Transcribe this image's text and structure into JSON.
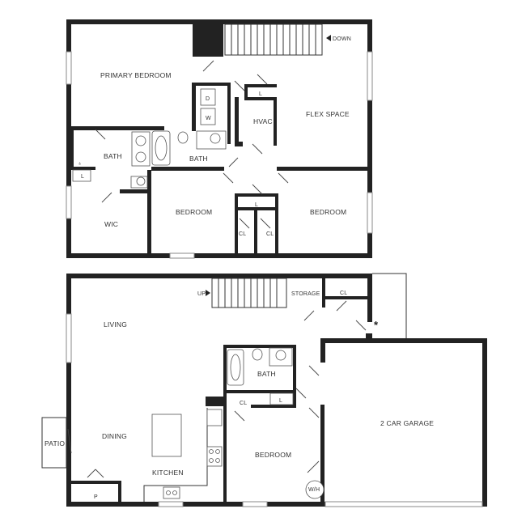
{
  "upper_floor": {
    "rooms": {
      "primary_bedroom": "PRIMARY BEDROOM",
      "flex_space": "FLEX SPACE",
      "hvac": "HVAC",
      "bath_primary": "BATH",
      "bath_hall": "BATH",
      "wic": "WIC",
      "bedroom_1": "BEDROOM",
      "bedroom_2": "BEDROOM",
      "closet_1": "CL",
      "closet_2": "CL",
      "linen_1": "L",
      "linen_2": "L",
      "linen_3": "L",
      "dryer": "D",
      "washer": "W"
    },
    "stair_label": "DOWN"
  },
  "lower_floor": {
    "rooms": {
      "living": "LIVING",
      "dining": "DINING",
      "kitchen": "KITCHEN",
      "patio": "PATIO",
      "pantry": "P",
      "storage": "STORAGE",
      "closet_top": "CL",
      "bath": "BATH",
      "closet_bath": "CL",
      "linen": "L",
      "bedroom": "BEDROOM",
      "garage": "2 CAR GARAGE",
      "water_heater": "W/H"
    },
    "stair_label": "UP",
    "marker": "*"
  }
}
